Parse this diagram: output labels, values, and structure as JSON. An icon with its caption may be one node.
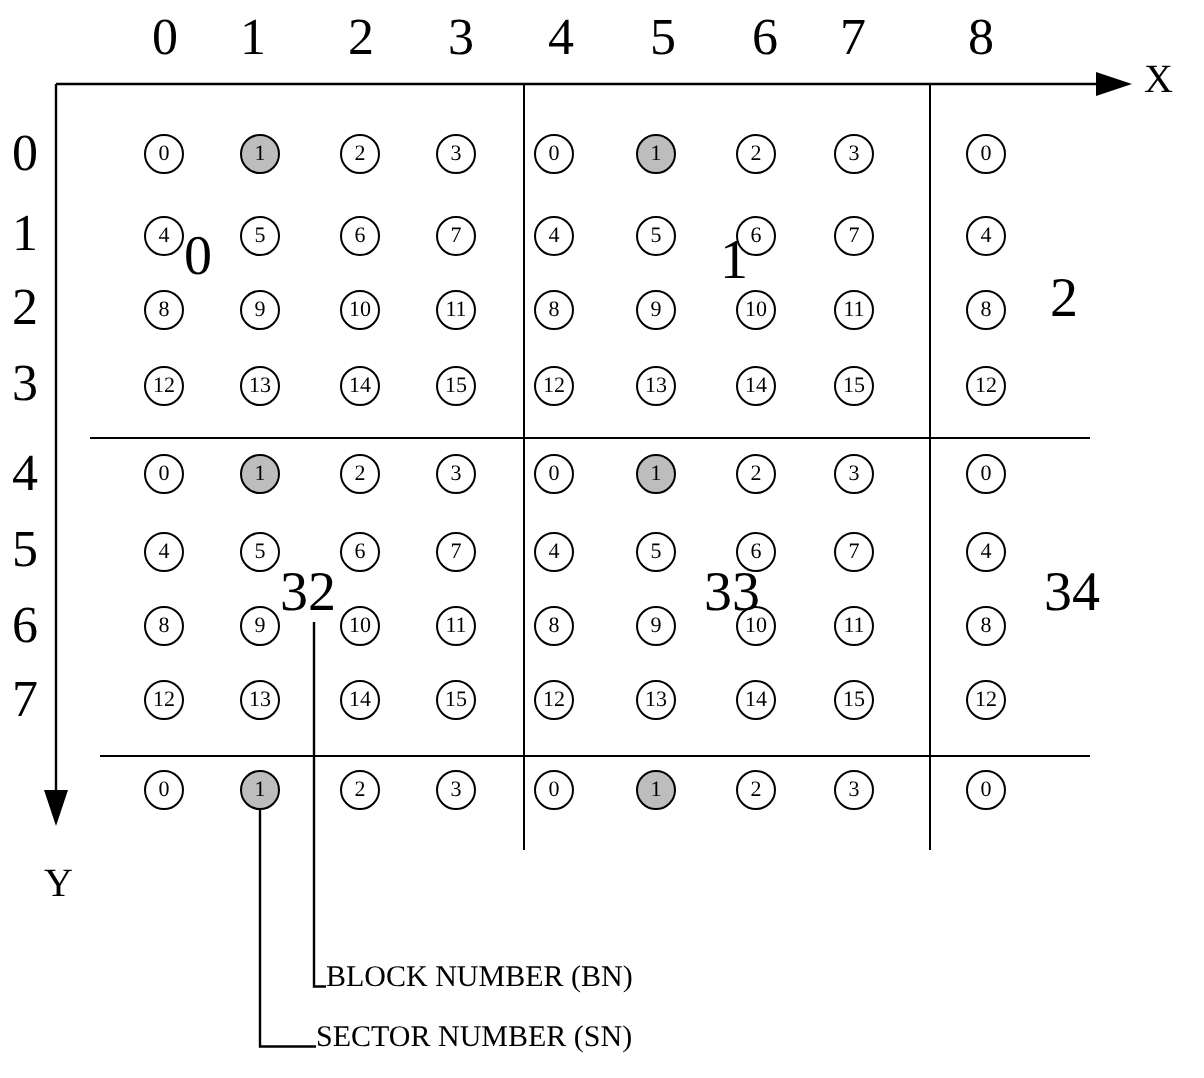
{
  "diagram": {
    "nodes": [
      {
        "text": [
          "0"
        ]
      },
      {
        "text": [
          "1"
        ]
      },
      {
        "text": [
          "2"
        ]
      },
      {
        "text": [
          "3"
        ]
      },
      {
        "text": [
          "0"
        ]
      },
      {
        "text": [
          "1"
        ]
      },
      {
        "text": [
          "2"
        ]
      },
      {
        "text": [
          "3"
        ]
      },
      {
        "text": [
          "0"
        ]
      },
      {
        "text": [
          "4"
        ]
      },
      {
        "text": [
          "5"
        ]
      },
      {
        "text": [
          "6"
        ]
      },
      {
        "text": [
          "7"
        ]
      },
      {
        "text": [
          "4"
        ]
      },
      {
        "text": [
          "5"
        ]
      },
      {
        "text": [
          "6"
        ]
      },
      {
        "text": [
          "7"
        ]
      },
      {
        "text": [
          "4"
        ]
      },
      {
        "text": [
          "8"
        ]
      },
      {
        "text": [
          "9"
        ]
      },
      {
        "text": [
          "10"
        ]
      },
      {
        "text": [
          "11"
        ]
      },
      {
        "text": [
          "8"
        ]
      },
      {
        "text": [
          "9"
        ]
      },
      {
        "text": [
          "10"
        ]
      },
      {
        "text": [
          "11"
        ]
      },
      {
        "text": [
          "8"
        ]
      },
      {
        "text": [
          "12"
        ]
      },
      {
        "text": [
          "13"
        ]
      },
      {
        "text": [
          "14"
        ]
      },
      {
        "text": [
          "15"
        ]
      },
      {
        "text": [
          "12"
        ]
      },
      {
        "text": [
          "13"
        ]
      },
      {
        "text": [
          "14"
        ]
      },
      {
        "text": [
          "15"
        ]
      },
      {
        "text": [
          "12"
        ]
      },
      {
        "text": [
          "0"
        ]
      },
      {
        "text": [
          "1"
        ]
      },
      {
        "text": [
          "2"
        ]
      },
      {
        "text": [
          "3"
        ]
      },
      {
        "text": [
          "0"
        ]
      },
      {
        "text": [
          "1"
        ]
      },
      {
        "text": [
          "2"
        ]
      },
      {
        "text": [
          "3"
        ]
      },
      {
        "text": [
          "0"
        ]
      },
      {
        "text": [
          "4"
        ]
      },
      {
        "text": [
          "5"
        ]
      },
      {
        "text": [
          "6"
        ]
      },
      {
        "text": [
          "7"
        ]
      },
      {
        "text": [
          "4"
        ]
      },
      {
        "text": [
          "5"
        ]
      },
      {
        "text": [
          "6"
        ]
      },
      {
        "text": [
          "7"
        ]
      },
      {
        "text": [
          "4"
        ]
      },
      {
        "text": [
          "8"
        ]
      },
      {
        "text": [
          "9"
        ]
      },
      {
        "text": [
          "10"
        ]
      },
      {
        "text": [
          "11"
        ]
      },
      {
        "text": [
          "8"
        ]
      },
      {
        "text": [
          "9"
        ]
      },
      {
        "text": [
          "10"
        ]
      },
      {
        "text": [
          "11"
        ]
      },
      {
        "text": [
          "8"
        ]
      },
      {
        "text": [
          "12"
        ]
      },
      {
        "text": [
          "13"
        ]
      },
      {
        "text": [
          "14"
        ]
      },
      {
        "text": [
          "15"
        ]
      },
      {
        "text": [
          "12"
        ]
      },
      {
        "text": [
          "13"
        ]
      },
      {
        "text": [
          "14"
        ]
      },
      {
        "text": [
          "15"
        ]
      },
      {
        "text": [
          "12"
        ]
      },
      {
        "text": [
          "0"
        ]
      },
      {
        "text": [
          "1"
        ]
      },
      {
        "text": [
          "2"
        ]
      },
      {
        "text": [
          "3"
        ]
      },
      {
        "text": [
          "0"
        ]
      },
      {
        "text": [
          "1"
        ]
      },
      {
        "text": [
          "2"
        ]
      },
      {
        "text": [
          "3"
        ]
      },
      {
        "text": [
          "0"
        ]
      },
      {
        "text": [
          "BLOCK NUMBER (BN)"
        ]
      },
      {
        "text": [
          "SECTOR NUMBER (SN)"
        ]
      },
      {
        "text": [
          "32"
        ]
      }
    ],
    "edges": [
      {
        "from": 81,
        "to": 83,
        "arrow": "none"
      },
      {
        "from": 82,
        "to": 73,
        "arrow": "none"
      }
    ],
    "labels": [
      "0",
      "1",
      "2",
      "3",
      "4",
      "5",
      "6",
      "7",
      "8",
      "X",
      "0",
      "1",
      "2",
      "3",
      "4",
      "5",
      "6",
      "7",
      "0",
      "1",
      "2",
      "33",
      "34",
      "Y"
    ]
  }
}
